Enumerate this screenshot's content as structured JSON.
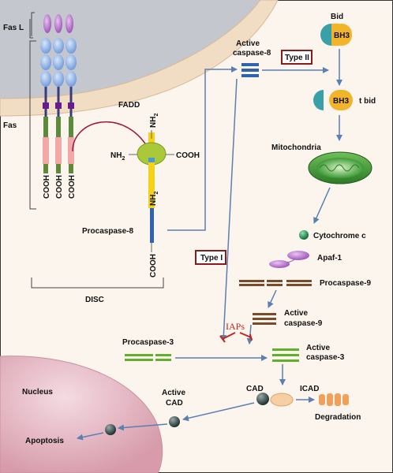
{
  "labels": {
    "fasl": "Fas L",
    "fas": "Fas",
    "fadd": "FADD",
    "nh2_top": "NH",
    "nh2_left": "NH",
    "nh2_bottom": "NH",
    "sub2": "2",
    "cooh_right": "COOH",
    "cooh_receptor": "COOH",
    "cooh_procaspase": "COOH",
    "procaspase8": "Procaspase-8",
    "disc": "DISC",
    "active_caspase8_line1": "Active",
    "active_caspase8_line2": "caspase-8",
    "type2": "Type II",
    "type1": "Type I",
    "bid": "Bid",
    "bh3": "BH3",
    "tbid": "t bid",
    "mitochondria": "Mitochondria",
    "cytochrome_c": "Cytochrome c",
    "apaf1": "Apaf-1",
    "procaspase9": "Procaspase-9",
    "active_caspase9_line1": "Active",
    "active_caspase9_line2": "caspase-9",
    "iaps": "IAPs",
    "procaspase3": "Procaspase-3",
    "active_caspase3_line1": "Active",
    "active_caspase3_line2": "caspase-3",
    "cad": "CAD",
    "icad": "ICAD",
    "degradation": "Degradation",
    "active_cad_line1": "Active",
    "active_cad_line2": "CAD",
    "nucleus": "Nucleus",
    "apoptosis": "Apoptosis"
  },
  "colors": {
    "background": "#fbf5ee",
    "membrane": "#f1dcc4",
    "cell_exterior": "#c5c7cf",
    "receptor_blue": "#8fb4e6",
    "receptor_purple": "#6a1a8a",
    "receptor_green": "#5a8a3a",
    "receptor_pink": "#f2a7a8",
    "fadd_green": "#a9c93a",
    "fadd_yellow": "#f5d21a",
    "caspase_blue": "#2d63b0",
    "arrow": "#5a7fb0",
    "type_box": "#8b1a1a",
    "iaps_red": "#c0271e",
    "nucleus": "#e6b8c4",
    "mitochondria": "#3a8a32"
  }
}
